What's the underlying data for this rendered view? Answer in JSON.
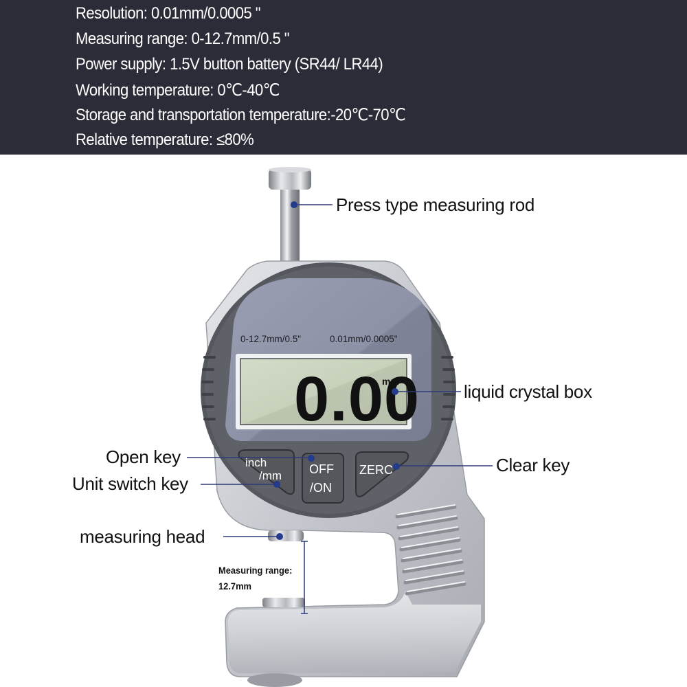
{
  "specs": {
    "lines": [
      "Resolution: 0.01mm/0.0005 \"",
      "Measuring range: 0-12.7mm/0.5 \"",
      "Power supply: 1.5V button battery (SR44/ LR44)",
      "Working temperature: 0℃-40℃",
      "Storage and transportation temperature:-20℃-70℃",
      "Relative temperature: ≤80%"
    ],
    "background": "#2b2c37",
    "text_color": "#ffffff"
  },
  "device": {
    "dial_range_label": "0-12.7mm/0.5\"",
    "dial_resolution_label": "0.01mm/0.0005\"",
    "display_value": "0.00",
    "display_unit": "mm",
    "buttons": {
      "unit_switch": {
        "line1": "inch",
        "line2": "/mm"
      },
      "power": {
        "line1": "OFF",
        "line2": "/ON"
      },
      "zero": {
        "label": "ZERC"
      }
    },
    "gap_label_line1": "Measuring range:",
    "gap_label_line2": "12.7mm"
  },
  "callouts": {
    "measuring_rod": "Press type measuring rod",
    "lcd": "liquid crystal box",
    "open_key": "Open key",
    "unit_switch_key": "Unit switch key",
    "clear_key": "Clear key",
    "measuring_head": "measuring head"
  },
  "colors": {
    "callout_line": "#2e3a78",
    "callout_dot": "#243a8a",
    "lcd_bg": "#c9d3bd",
    "dial_face": "#8c90a4",
    "bezel": "#55575e",
    "body_silver": "#c9cbd1"
  }
}
